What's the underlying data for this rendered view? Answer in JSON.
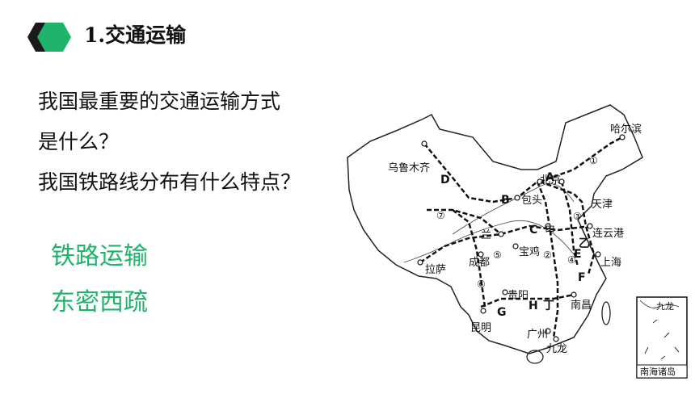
{
  "header": {
    "title": "1.交通运输"
  },
  "questions": [
    "我国最重要的交通运输方式",
    "是什么？",
    "我国铁路线分布有什么特点？"
  ],
  "answers": [
    "铁路运输",
    "东密西疏"
  ],
  "map": {
    "cities": {
      "harbin": "哈尔滨",
      "urumqi": "乌鲁木齐",
      "beijing": "北京",
      "tianjin": "天津",
      "baotou": "包头",
      "lianyungang": "连云港",
      "lanzhou": "兰",
      "baoji": "宝鸡",
      "chengdu": "成都",
      "lhasa": "拉萨",
      "shanghai": "上海",
      "guiyang": "贵阳",
      "nanchang": "南昌",
      "kunming": "昆明",
      "guangzhou": "广州",
      "jiulong": "九龙",
      "zhengzhou": "甲"
    },
    "line_letters": [
      "A",
      "B",
      "C",
      "D",
      "E",
      "F",
      "G",
      "H",
      "丁",
      "乙"
    ],
    "circled_numbers": [
      "①",
      "②",
      "③",
      "④",
      "⑤",
      "⑥",
      "⑦"
    ],
    "inset_label": "南海诸岛",
    "inset_small": "九龙"
  },
  "colors": {
    "header_hex_dark": "#1a1a1a",
    "header_hex_green": "#1fb36b",
    "answer_green": "#1fb36b"
  }
}
